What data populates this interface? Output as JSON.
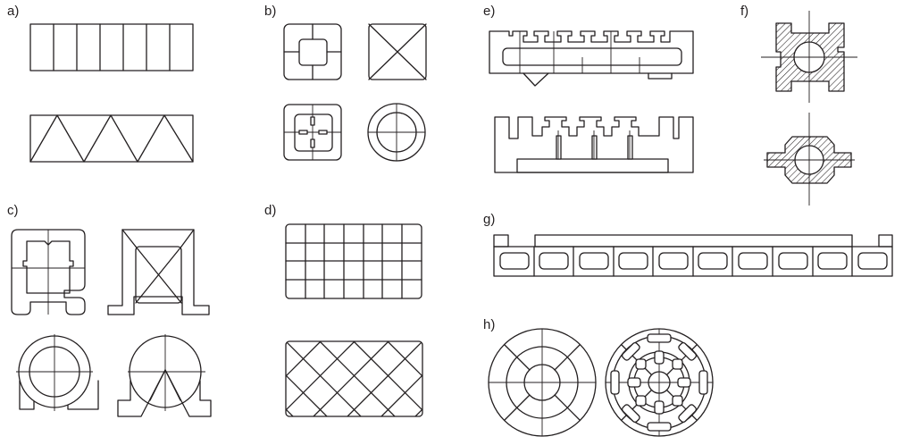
{
  "panel_labels": {
    "a": "a)",
    "b": "b)",
    "c": "c)",
    "d": "d)",
    "e": "e)",
    "f": "f)",
    "g": "g)",
    "h": "h)"
  }
}
